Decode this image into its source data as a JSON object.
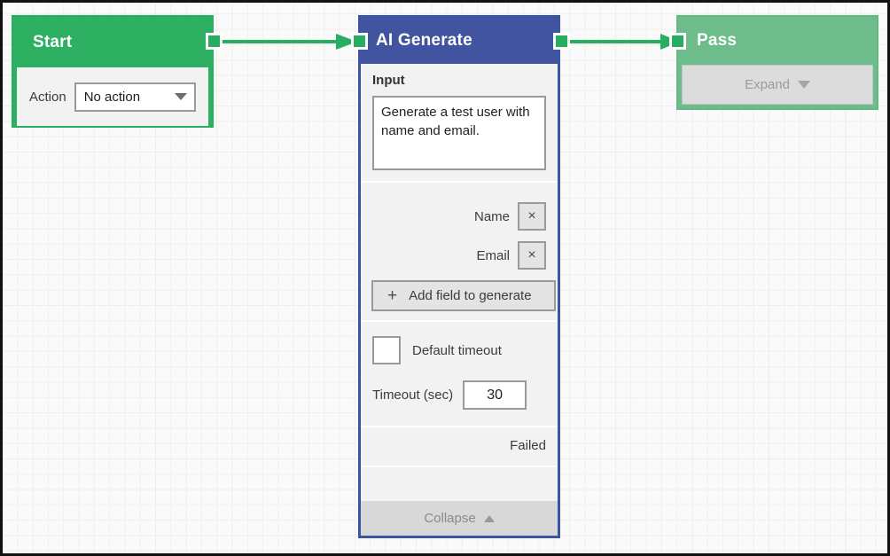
{
  "canvas": {
    "background_color": "#fafafa",
    "grid_color": "#efefef",
    "border_color": "#111111"
  },
  "nodes": {
    "start": {
      "title": "Start",
      "header_color": "#2eb062",
      "action_label": "Action",
      "action_value": "No action",
      "caret_icon": "chevron-down-icon"
    },
    "ai_generate": {
      "title": "AI Generate",
      "header_color": "#41549f",
      "border_color": "#3d53a4",
      "input_section_title": "Input",
      "input_value": "Generate a test user with name and email.",
      "generated_fields": [
        {
          "label": "Name",
          "remove_label": "×"
        },
        {
          "label": "Email",
          "remove_label": "×"
        }
      ],
      "add_field_label": "Add field to generate",
      "add_field_plus": "+",
      "default_timeout_label": "Default timeout",
      "default_timeout_checked": false,
      "timeout_label": "Timeout (sec)",
      "timeout_value": "30",
      "failed_label": "Failed",
      "collapse_label": "Collapse"
    },
    "pass": {
      "title": "Pass",
      "header_color": "#6cbd8a",
      "expand_label": "Expand"
    }
  },
  "connectors": [
    {
      "name": "start-to-ai",
      "color": "#27ae60"
    },
    {
      "name": "ai-to-pass",
      "color": "#27ae60"
    }
  ],
  "ports": {
    "color": "#27ae60",
    "border_color": "#ffffff"
  }
}
